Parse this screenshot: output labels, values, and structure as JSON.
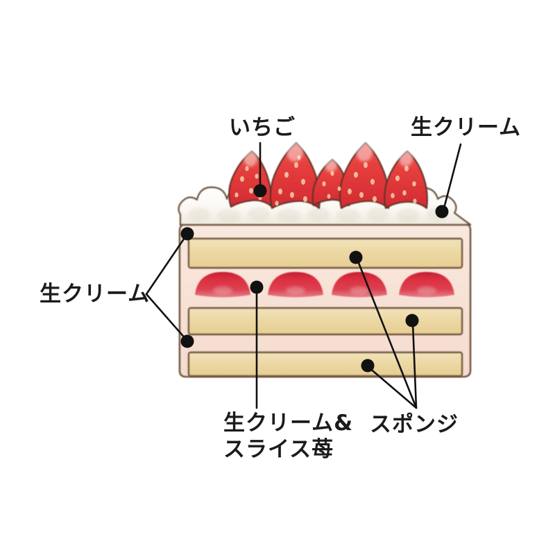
{
  "illustration": {
    "title": "strawberry-shortcake-cross-section-diagram",
    "subject": "いちごショートケーキ断面図",
    "background_color": "#ffffff"
  },
  "labels": {
    "strawberry_top": "いちご",
    "cream_top_right": "生クリーム",
    "cream_left": "生クリーム",
    "sponge": "スポンジ",
    "cream_and_sliced_strawberry": "生クリーム&\nスライス苺"
  },
  "colors": {
    "outline": "#4a3a2a",
    "leader_line": "#111111",
    "dot": "#111111",
    "cake_body": "#f7e2d8",
    "cake_body_edge": "#e9c7b6",
    "sponge": "#edd9a6",
    "sponge_shadow": "#e2c88d",
    "cream_white": "#fbfaf6",
    "cream_shadow": "#e6e1d6",
    "strawberry": "#e23b3b",
    "strawberry_dark": "#c62230",
    "strawberry_slice": "#d42a3c",
    "strawberry_slice_dark": "#b31f30",
    "strawberry_seed": "#f4c9a8",
    "text": "#1b1b1b"
  },
  "structure": {
    "layers_top_to_bottom": [
      "いちご (halved strawberries, 5 pieces)",
      "生クリーム (whipped cream scalloped band)",
      "スポンジ (sponge layer 1)",
      "生クリーム&スライス苺 (cream with 4 sliced strawberries)",
      "スポンジ (sponge layer 2)",
      "生クリーム (cream layer)",
      "スポンジ (sponge layer 3)"
    ],
    "strawberry_top_count": 5,
    "strawberry_slice_count": 4,
    "sponge_layer_count": 3
  },
  "annotations": [
    {
      "id": "ichigo",
      "label": "いちご",
      "dot": [
        375,
        275
      ]
    },
    {
      "id": "cream-top",
      "label": "生クリーム",
      "dot": [
        637,
        305
      ]
    },
    {
      "id": "cream-left-a",
      "label": "生クリーム",
      "dot": [
        270,
        337
      ]
    },
    {
      "id": "cream-left-b",
      "label": "生クリーム",
      "dot": [
        270,
        492
      ]
    },
    {
      "id": "cream-berry",
      "label": "生クリーム&スライス苺",
      "dot": [
        370,
        414
      ]
    },
    {
      "id": "sponge-a",
      "label": "スポンジ",
      "dot": [
        513,
        371
      ]
    },
    {
      "id": "sponge-b",
      "label": "スポンジ",
      "dot": [
        594,
        462
      ]
    },
    {
      "id": "sponge-c",
      "label": "スポンジ",
      "dot": [
        530,
        527
      ]
    }
  ]
}
